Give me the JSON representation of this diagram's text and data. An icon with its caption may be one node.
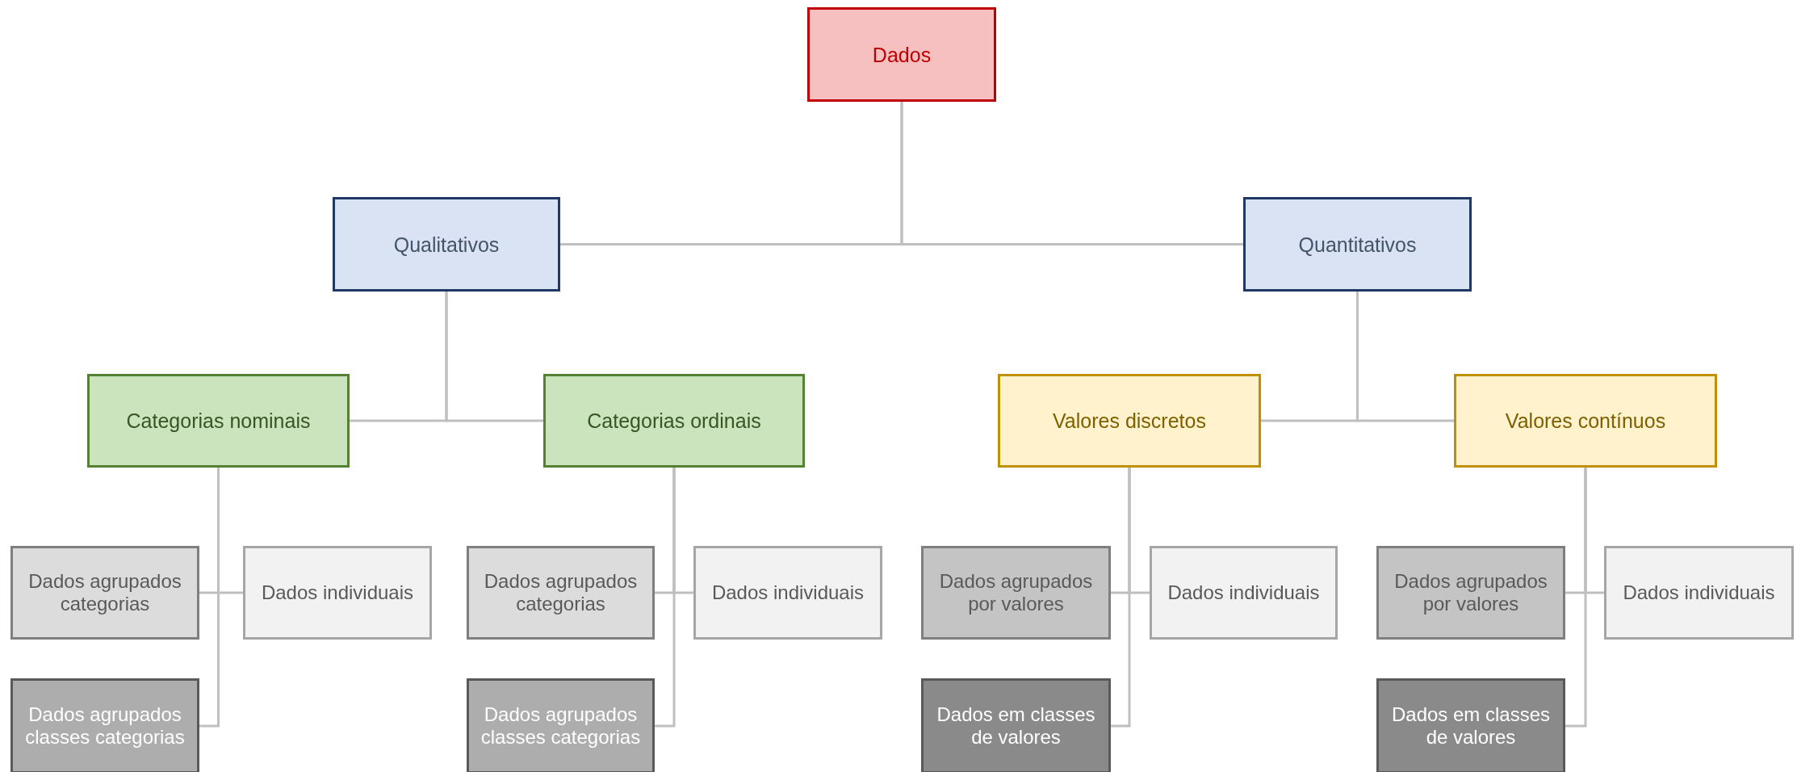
{
  "diagram": {
    "nodes": [
      {
        "text": [
          "Dados"
        ]
      },
      {
        "text": [
          "Qualitativos"
        ]
      },
      {
        "text": [
          "Quantitativos"
        ]
      },
      {
        "text": [
          "Categorias nominais"
        ]
      },
      {
        "text": [
          "Categorias ordinais"
        ]
      },
      {
        "text": [
          "Valores discretos"
        ]
      },
      {
        "text": [
          "Valores contínuos"
        ]
      },
      {
        "text": [
          "Dados agrupados categorias"
        ]
      },
      {
        "text": [
          "Dados individuais"
        ]
      },
      {
        "text": [
          "Dados agrupados categorias"
        ]
      },
      {
        "text": [
          "Dados individuais"
        ]
      },
      {
        "text": [
          "Dados agrupados por valores"
        ]
      },
      {
        "text": [
          "Dados individuais"
        ]
      },
      {
        "text": [
          "Dados agrupados por valores"
        ]
      },
      {
        "text": [
          "Dados individuais"
        ]
      },
      {
        "text": [
          "Dados agrupados classes categorias"
        ]
      },
      {
        "text": [
          "Dados agrupados classes categorias"
        ]
      },
      {
        "text": [
          "Dados em classes de valores"
        ]
      },
      {
        "text": [
          "Dados em classes de valores"
        ]
      }
    ],
    "edges": [
      {
        "from": 0,
        "to": 1,
        "arrow": "none"
      },
      {
        "from": 0,
        "to": 2,
        "arrow": "none"
      },
      {
        "from": 1,
        "to": 3,
        "arrow": "none"
      },
      {
        "from": 1,
        "to": 4,
        "arrow": "none"
      },
      {
        "from": 2,
        "to": 5,
        "arrow": "none"
      },
      {
        "from": 2,
        "to": 6,
        "arrow": "none"
      },
      {
        "from": 3,
        "to": 7,
        "arrow": "none"
      },
      {
        "from": 3,
        "to": 8,
        "arrow": "none"
      },
      {
        "from": 3,
        "to": 15,
        "arrow": "none"
      },
      {
        "from": 4,
        "to": 9,
        "arrow": "none"
      },
      {
        "from": 4,
        "to": 10,
        "arrow": "none"
      },
      {
        "from": 4,
        "to": 16,
        "arrow": "none"
      },
      {
        "from": 5,
        "to": 11,
        "arrow": "none"
      },
      {
        "from": 5,
        "to": 12,
        "arrow": "none"
      },
      {
        "from": 5,
        "to": 17,
        "arrow": "none"
      },
      {
        "from": 6,
        "to": 13,
        "arrow": "none"
      },
      {
        "from": 6,
        "to": 14,
        "arrow": "none"
      },
      {
        "from": 6,
        "to": 18,
        "arrow": "none"
      }
    ]
  }
}
